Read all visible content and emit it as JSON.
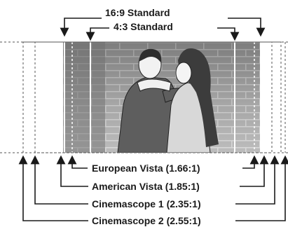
{
  "labels": {
    "standard_16_9": "16:9 Standard",
    "standard_4_3": "4:3 Standard",
    "european_vista": "European Vista (1.66:1)",
    "american_vista": "American Vista (1.85:1)",
    "cinemascope_1": "Cinemascope 1 (2.35:1)",
    "cinemascope_2": "Cinemascope 2 (2.55:1)"
  },
  "colors": {
    "line": "#1a1a1a",
    "dashed": "#555555",
    "sky_top": "#5a5a5a",
    "sky_bottom": "#cfcfcf",
    "brick": "#9a9a9a",
    "mortar": "#d6d6d6",
    "white_guide": "#ffffff"
  },
  "illustration": "couple-embracing-scene"
}
